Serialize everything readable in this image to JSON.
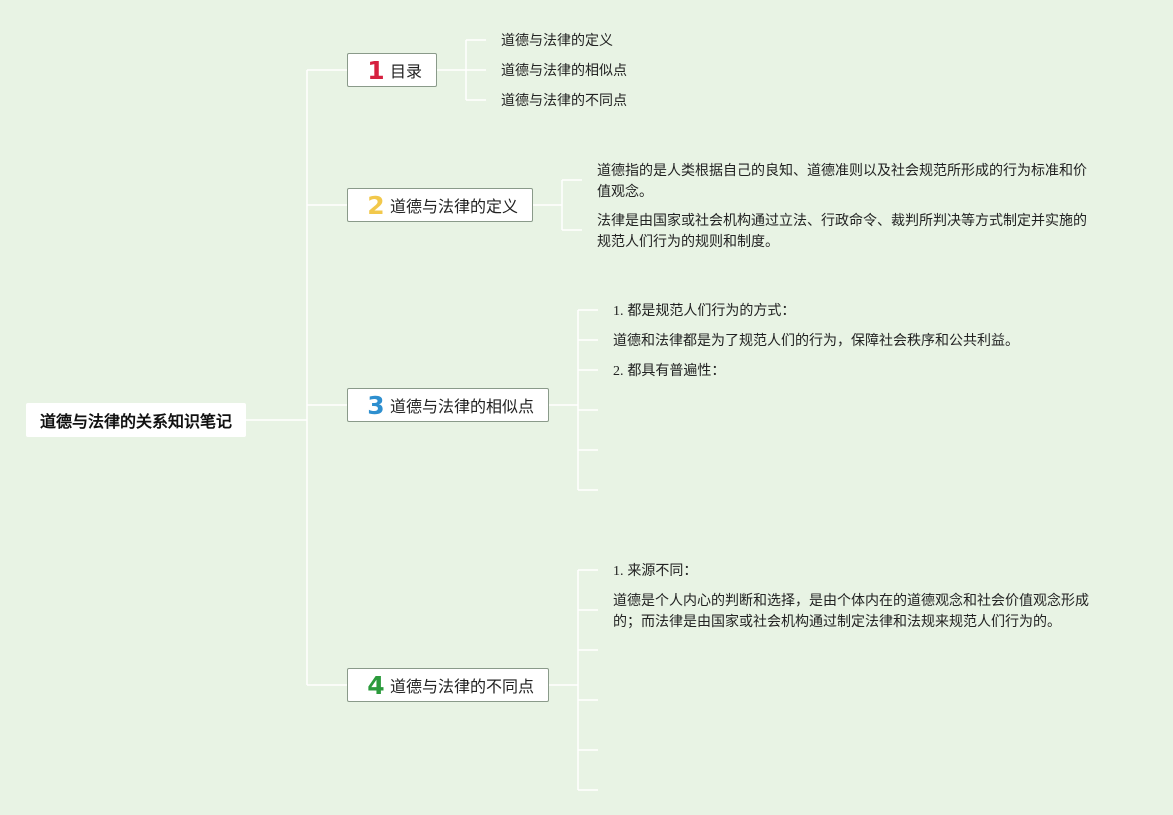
{
  "root": {
    "title": "道德与法律的关系知识笔记"
  },
  "colors": {
    "background": "#e8f3e4",
    "connector": "#ffffff",
    "num1": "#d6203f",
    "num2": "#f2c84b",
    "num3": "#2e8fcf",
    "num4": "#2b9a3c"
  },
  "branches": [
    {
      "num": "1",
      "label": "目录",
      "leaves": [
        "道德与法律的定义",
        "道德与法律的相似点",
        "道德与法律的不同点"
      ]
    },
    {
      "num": "2",
      "label": "道德与法律的定义",
      "paragraphs": [
        "道德指的是人类根据自己的良知、道德准则以及社会规范所形成的行为标准和价值观念。",
        "法律是由国家或社会机构通过立法、行政命令、裁判所判决等方式制定并实施的规范人们行为的规则和制度。"
      ]
    },
    {
      "num": "3",
      "label": "道德与法律的相似点",
      "items": [
        {
          "num": "1.",
          "text": "都是规范人们行为的方式："
        },
        {
          "text": "道德和法律都是为了规范人们的行为，保障社会秩序和公共利益。"
        },
        {
          "num": "2.",
          "text": "都具有普遍性："
        }
      ]
    },
    {
      "num": "4",
      "label": "道德与法律的不同点",
      "items": [
        {
          "num": "1.",
          "text": "来源不同："
        },
        {
          "text": "道德是个人内心的判断和选择，是由个体内在的道德观念和社会价值观念形成的；而法律是由国家或社会机构通过制定法律和法规来规范人们行为的。"
        }
      ]
    }
  ]
}
